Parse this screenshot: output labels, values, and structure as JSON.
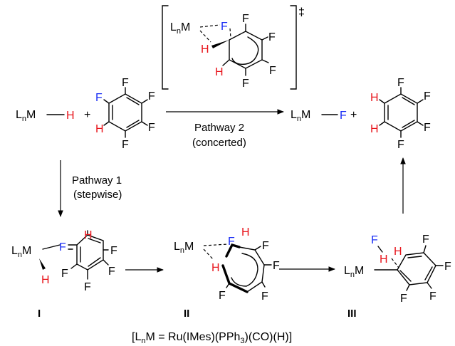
{
  "colors": {
    "hydrogen": "#e8141b",
    "fluorine": "#1a2ef5",
    "black": "#000000"
  },
  "atoms": {
    "fluorine": "F",
    "hydrogen": "H",
    "metal_label": "L",
    "metal_sub": "n",
    "metal_symbol": "M"
  },
  "symbols": {
    "plus": "+",
    "double_dagger": "‡"
  },
  "pathway2": {
    "line1": "Pathway 2",
    "line2": "(concerted)"
  },
  "pathway1": {
    "line1": "Pathway 1",
    "line2": "(stepwise)"
  },
  "intermediates": {
    "i": "I",
    "ii": "II",
    "iii": "III"
  },
  "footnote": {
    "open": "[L",
    "sub1": "n",
    "mid": "M = Ru(IMes)(PPh",
    "sub2": "3",
    "close": ")(CO)(H)]"
  }
}
